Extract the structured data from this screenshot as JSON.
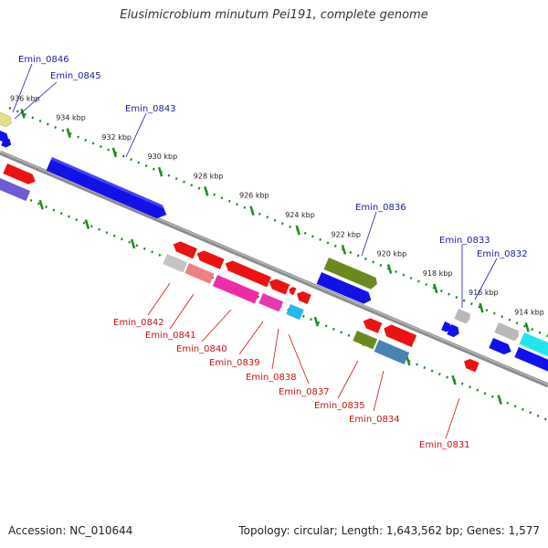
{
  "title": "Elusimicrobium minutum Pei191, complete genome",
  "footer": {
    "accession": "Accession: NC_010644",
    "summary": "Topology: circular; Length: 1,643,562 bp; Genes: 1,577"
  },
  "colors": {
    "forward_label": "#1a1aa8",
    "reverse_label": "#cc1111",
    "tick_green": "#1e8a1e",
    "backbone": "#8c8c8c"
  },
  "ticks": [
    {
      "label": "936 kbp",
      "pos": 936
    },
    {
      "label": "934 kbp",
      "pos": 934
    },
    {
      "label": "932 kbp",
      "pos": 932
    },
    {
      "label": "930 kbp",
      "pos": 930
    },
    {
      "label": "928 kbp",
      "pos": 928
    },
    {
      "label": "926 kbp",
      "pos": 926
    },
    {
      "label": "924 kbp",
      "pos": 924
    },
    {
      "label": "922 kbp",
      "pos": 922
    },
    {
      "label": "920 kbp",
      "pos": 920
    },
    {
      "label": "918 kbp",
      "pos": 918
    },
    {
      "label": "916 kbp",
      "pos": 916
    },
    {
      "label": "914 kbp",
      "pos": 914
    }
  ],
  "genes_forward": [
    {
      "name": "Emin_0846",
      "label": "Emin_0846"
    },
    {
      "name": "Emin_0845",
      "label": "Emin_0845"
    },
    {
      "name": "Emin_0843",
      "label": "Emin_0843"
    },
    {
      "name": "Emin_0836",
      "label": "Emin_0836"
    },
    {
      "name": "Emin_0833",
      "label": "Emin_0833"
    },
    {
      "name": "Emin_0832",
      "label": "Emin_0832"
    }
  ],
  "genes_reverse": [
    {
      "name": "Emin_0842",
      "label": "Emin_0842"
    },
    {
      "name": "Emin_0841",
      "label": "Emin_0841"
    },
    {
      "name": "Emin_0840",
      "label": "Emin_0840"
    },
    {
      "name": "Emin_0839",
      "label": "Emin_0839"
    },
    {
      "name": "Emin_0838",
      "label": "Emin_0838"
    },
    {
      "name": "Emin_0837",
      "label": "Emin_0837"
    },
    {
      "name": "Emin_0835",
      "label": "Emin_0835"
    },
    {
      "name": "Emin_0834",
      "label": "Emin_0834"
    },
    {
      "name": "Emin_0831",
      "label": "Emin_0831"
    }
  ]
}
